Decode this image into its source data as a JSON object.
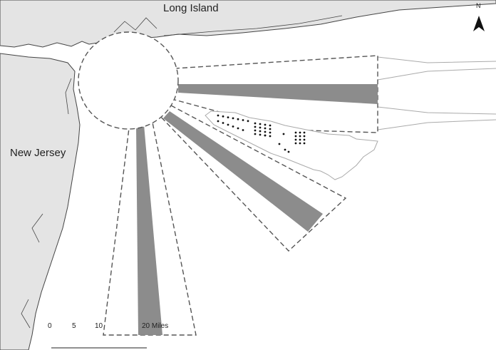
{
  "labels": {
    "long_island": "Long Island",
    "new_jersey": "New Jersey",
    "north": "N"
  },
  "scale_bar": {
    "ticks": [
      "0",
      "5",
      "10",
      "20 Miles"
    ]
  },
  "colors": {
    "land": "#e4e4e4",
    "band": "#8c8c8c",
    "outline": "#555555"
  }
}
